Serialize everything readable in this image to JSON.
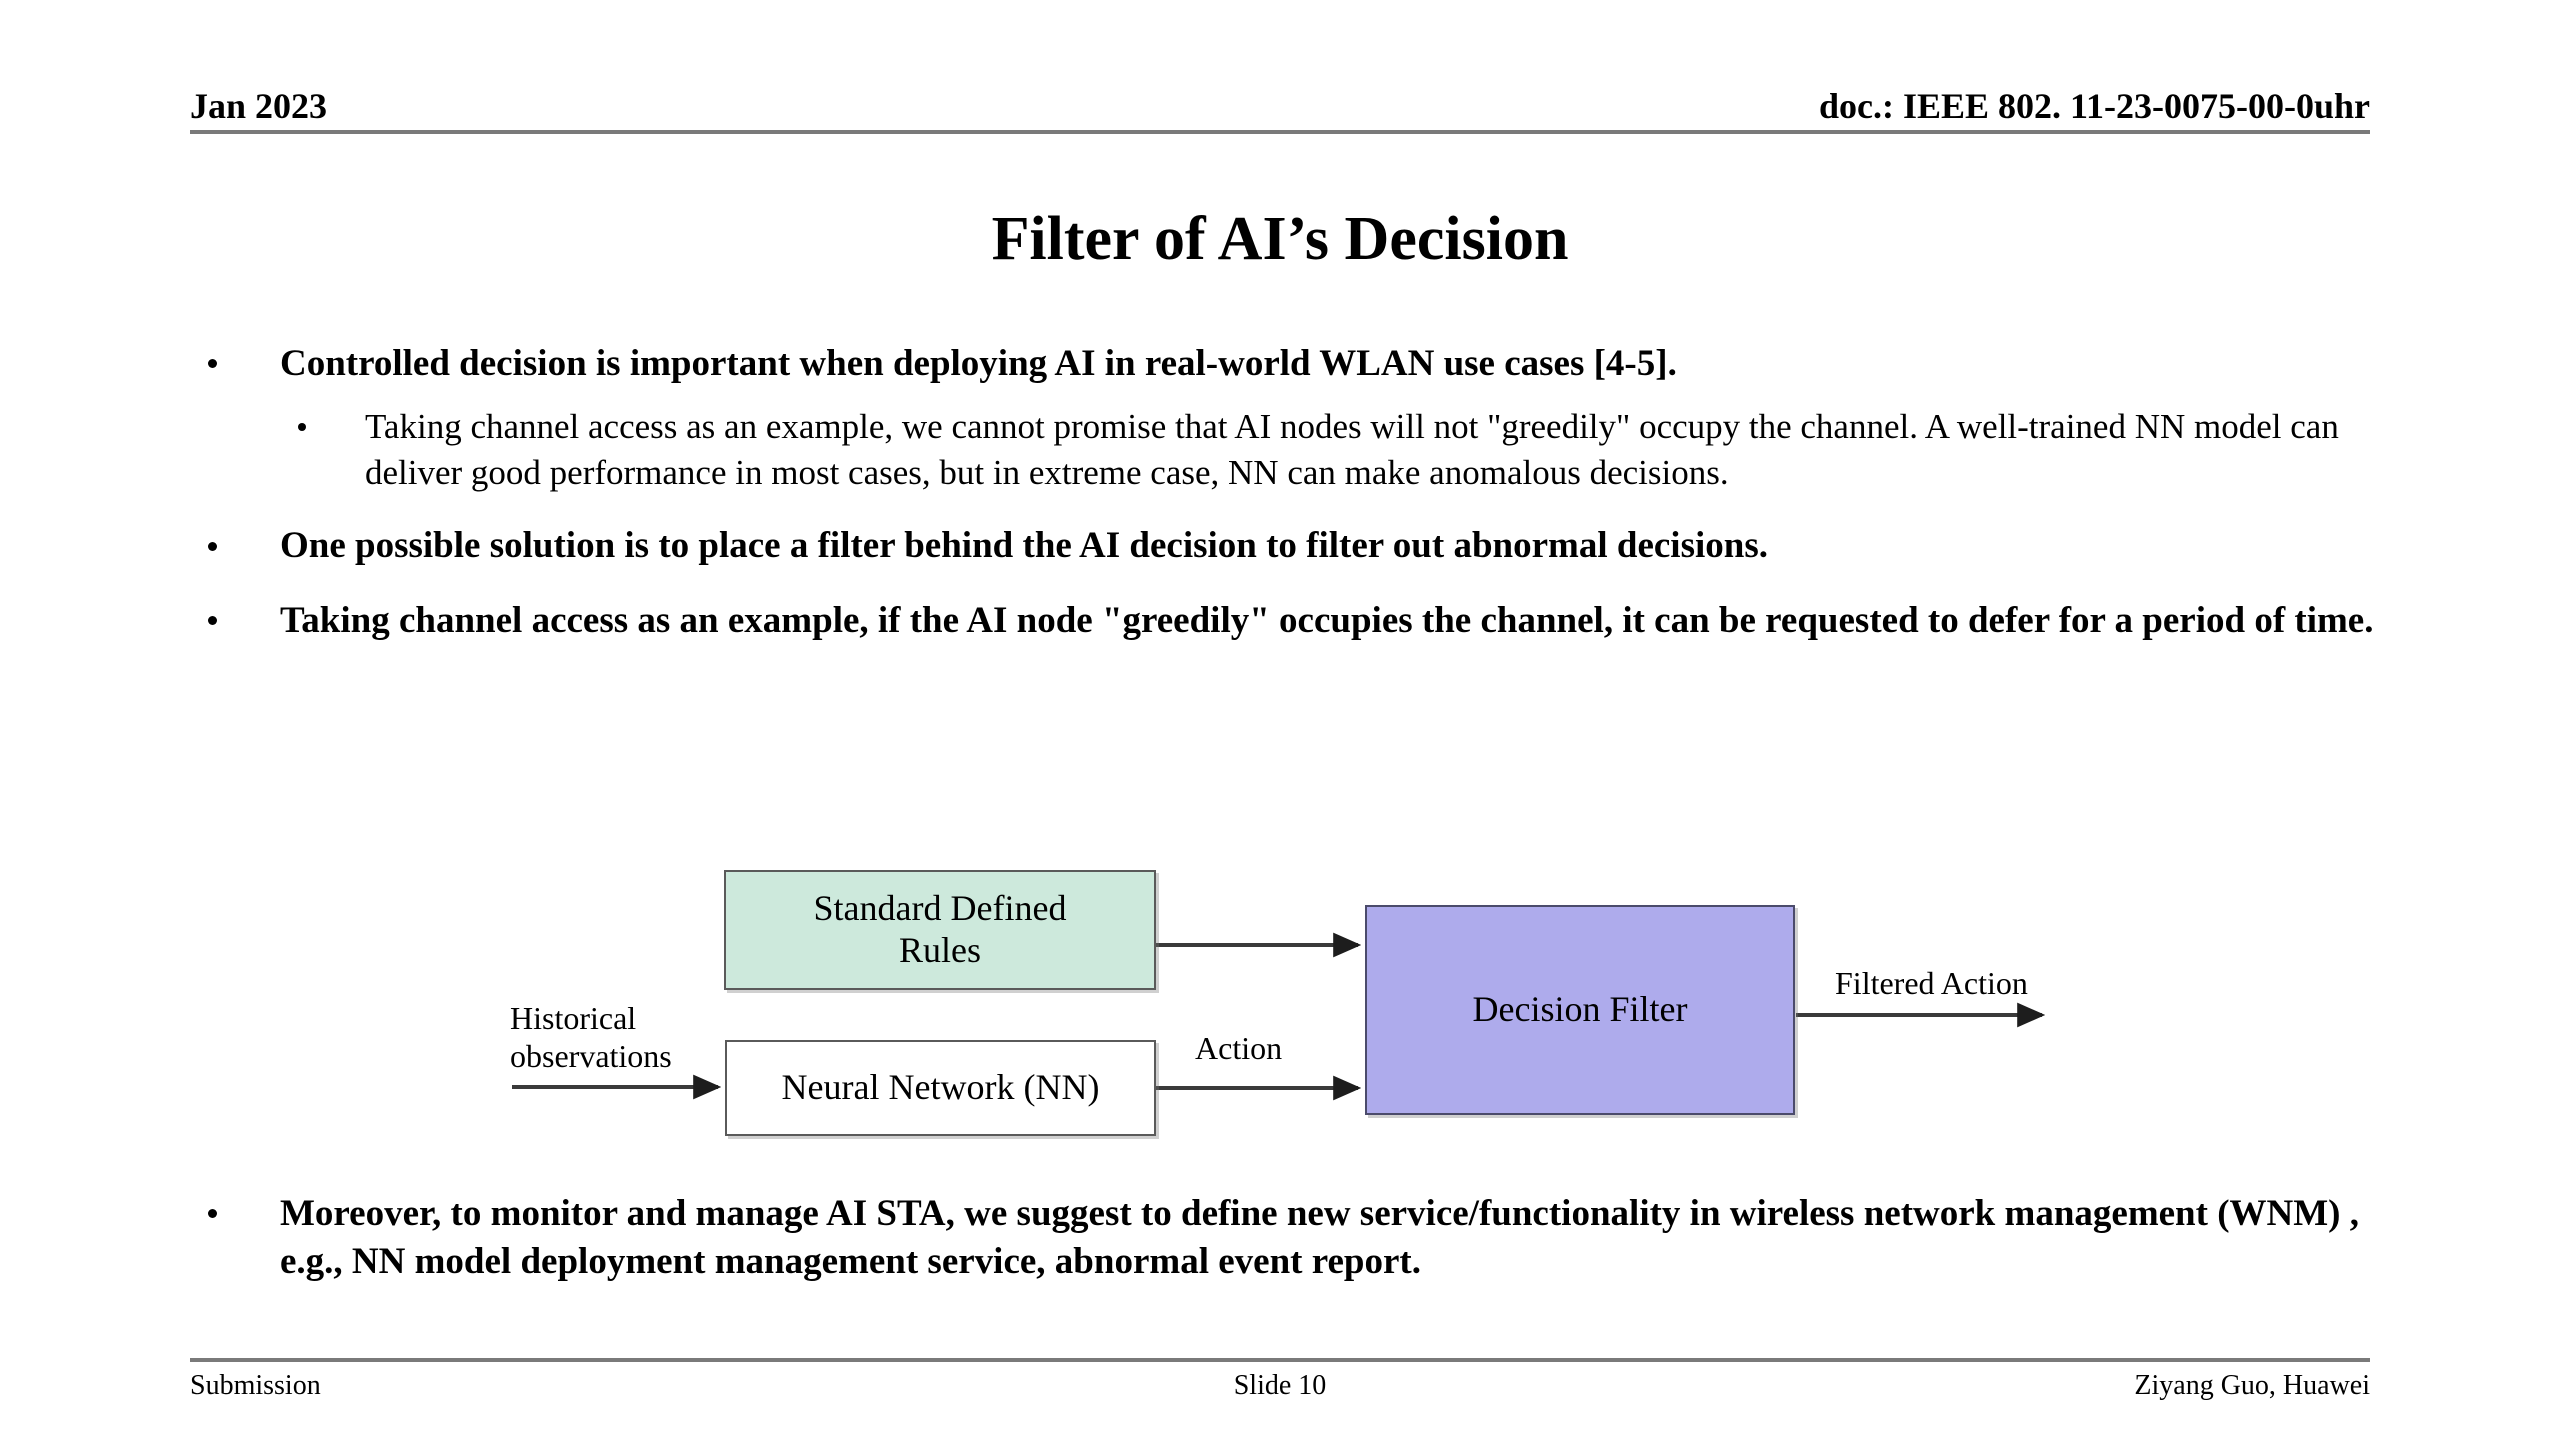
{
  "header": {
    "date": "Jan 2023",
    "doc_id": "doc.: IEEE 802. 11-23-0075-00-0uhr"
  },
  "title": "Filter of AI’s Decision",
  "bullets": {
    "b1": "Controlled decision is important when deploying AI in real-world WLAN use cases [4-5].",
    "b1_sub1": "Taking channel access as an example, we cannot promise that AI nodes will not \"greedily\" occupy the channel. A well-trained NN model can deliver good performance in most cases, but in extreme case, NN can make anomalous decisions.",
    "b2": "One possible solution is to place a filter behind the AI decision to filter out abnormal decisions.",
    "b3": "Taking channel access as an example, if the AI node \"greedily\" occupies the channel, it can be requested to defer for a period of time.",
    "b4": "Moreover, to monitor and manage AI STA, we suggest to define new service/functionality in wireless network management (WNM) , e.g., NN model deployment management service, abnormal event report."
  },
  "diagram": {
    "boxes": {
      "standard_rules": "Standard Defined\nRules",
      "neural_network": "Neural Network (NN)",
      "decision_filter": "Decision Filter"
    },
    "labels": {
      "historical_observations": "Historical\nobservations",
      "action": "Action",
      "filtered_action": "Filtered Action"
    },
    "colors": {
      "standard_rules_fill": "#cde9dc",
      "neural_network_fill": "#ffffff",
      "decision_filter_fill": "#aeabec",
      "box_border": "#5a5a5a",
      "arrow": "#3a3a3a"
    }
  },
  "footer": {
    "left": "Submission",
    "center": "Slide 10",
    "right": "Ziyang Guo, Huawei"
  }
}
